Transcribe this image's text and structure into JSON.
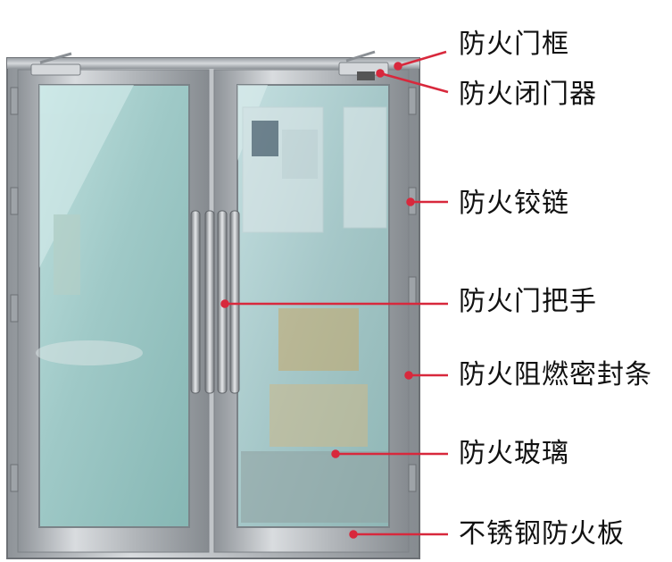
{
  "labels": {
    "door_frame": "防火门框",
    "door_closer": "防火闭门器",
    "hinge": "防火铰链",
    "door_handle": "防火门把手",
    "seal_strip": "防火阻燃密封条",
    "glass": "防火玻璃",
    "steel_panel": "不锈钢防火板"
  },
  "colors": {
    "callout_line": "#d8283c",
    "steel": "#b9bdc2",
    "glass": "#a9cfcf"
  }
}
